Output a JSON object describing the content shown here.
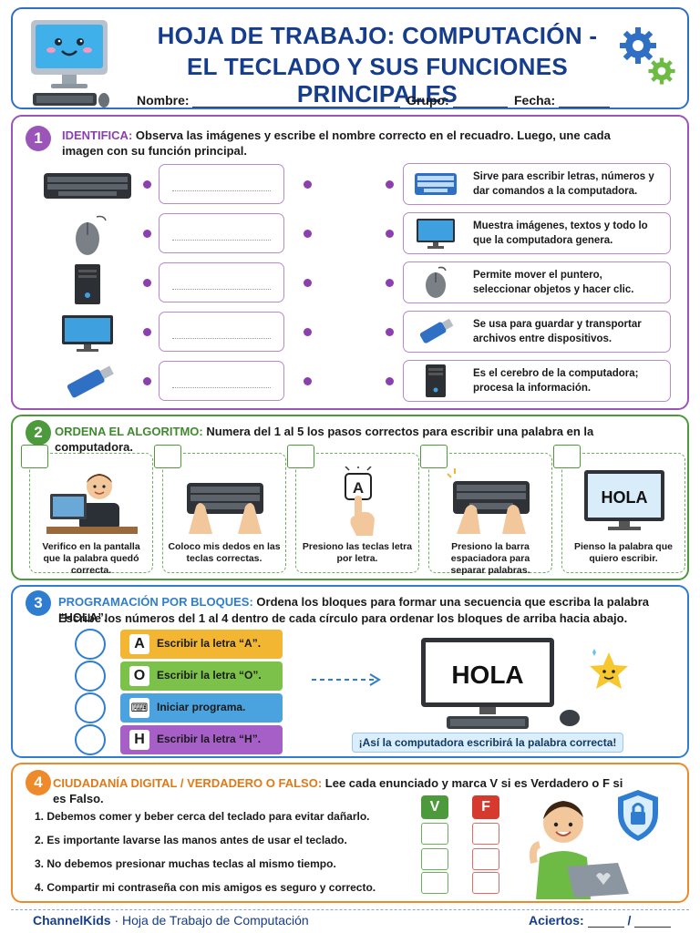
{
  "header": {
    "title_line1": "HOJA DE TRABAJO: COMPUTACIÓN -",
    "title_line2": "EL TECLADO Y SUS FUNCIONES PRINCIPALES",
    "name_label": "Nombre:",
    "group_label": "Grupo:",
    "date_label": "Fecha:",
    "accent_color": "#163d8c"
  },
  "section1": {
    "number": "1",
    "keyword": "IDENTIFICA:",
    "instruction": "Observa las imágenes y escribe el nombre correcto en el recuadro. Luego, une cada imagen con su función principal.",
    "left_icons": [
      "keyboard-icon",
      "mouse-icon",
      "cpu-tower-icon",
      "monitor-icon",
      "usb-drive-icon"
    ],
    "definitions": [
      {
        "icon": "keyboard-icon",
        "text": "Sirve para escribir letras, números y dar comandos a la computadora."
      },
      {
        "icon": "monitor-icon",
        "text": "Muestra imágenes, textos y todo lo que la computadora genera."
      },
      {
        "icon": "mouse-icon",
        "text": "Permite mover el puntero, seleccionar objetos y hacer clic."
      },
      {
        "icon": "usb-drive-icon",
        "text": "Se usa para guardar y transportar archivos entre dispositivos."
      },
      {
        "icon": "cpu-tower-icon",
        "text": "Es el cerebro de la computadora; procesa la información."
      }
    ],
    "color": "#9b55b8"
  },
  "section2": {
    "number": "2",
    "keyword": "ORDENA EL ALGORITMO:",
    "instruction": "Numera del 1 al 5 los pasos correctos para escribir una palabra en la computadora.",
    "steps": [
      {
        "icon": "kid-at-computer-icon",
        "caption": "Verifico en la pantalla que la palabra quedó correcta."
      },
      {
        "icon": "hands-on-keyboard-icon",
        "caption": "Coloco mis dedos en las teclas correctas."
      },
      {
        "icon": "finger-press-key-icon",
        "caption": "Presiono las teclas letra por letra."
      },
      {
        "icon": "spacebar-press-icon",
        "caption": "Presiono la barra espaciadora para separar palabras."
      },
      {
        "icon": "monitor-hola-icon",
        "caption": "Pienso la palabra que quiero escribir.",
        "screen_text": "HOLA"
      }
    ],
    "color": "#4d9a3c"
  },
  "section3": {
    "number": "3",
    "keyword": "PROGRAMACIÓN POR BLOQUES:",
    "instruction_line1": "Ordena los bloques para formar una secuencia que escriba la palabra “HOLA”.",
    "instruction_line2": "Escribe los números del 1 al 4 dentro de cada círculo para ordenar los bloques de arriba hacia abajo.",
    "blocks": [
      {
        "letter": "A",
        "text": "Escribir la letra “A”.",
        "color": "#f2b632"
      },
      {
        "letter": "O",
        "text": "Escribir la letra “O”.",
        "color": "#7cc24a"
      },
      {
        "letter": "⌨",
        "text": "Iniciar programa.",
        "color": "#4aa3df"
      },
      {
        "letter": "H",
        "text": "Escribir la letra “H”.",
        "color": "#a55fc7"
      }
    ],
    "screen_text": "HOLA",
    "result_caption": "¡Así la computadora escribirá la palabra correcta!",
    "color": "#2f7dd0"
  },
  "section4": {
    "number": "4",
    "keyword": "CIUDADANÍA DIGITAL / VERDADERO O FALSO:",
    "instruction": "Lee cada enunciado y marca V si es Verdadero o F si es Falso.",
    "true_label": "V",
    "false_label": "F",
    "statements": [
      "1. Debemos comer y beber cerca del teclado para evitar dañarlo.",
      "2. Es importante lavarse las manos antes de usar el teclado.",
      "3. No debemos presionar muchas teclas al mismo tiempo.",
      "4. Compartir mi contraseña con mis amigos es seguro y correcto."
    ],
    "color": "#ee8a2a"
  },
  "footer": {
    "brand": "ChannelKids",
    "subtitle": "· Hoja de Trabajo de Computación",
    "score_label": "Aciertos:",
    "score_sep": "/"
  }
}
